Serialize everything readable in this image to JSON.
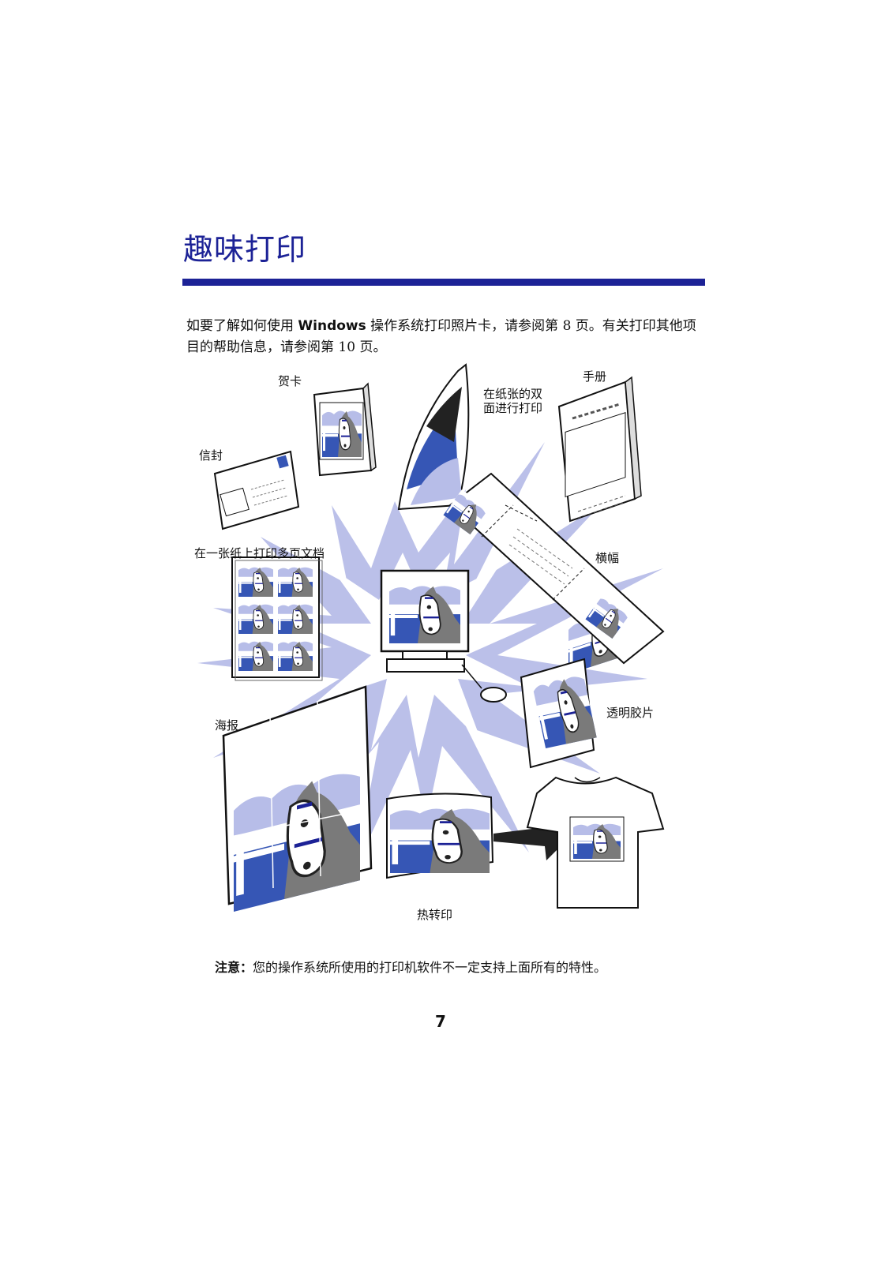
{
  "page": {
    "title": "趣味打印",
    "intro": {
      "part1": "如要了解如何使用 ",
      "bold": "Windows",
      "part2": " 操作系统打印照片卡，请参阅第 8 页。有关打印其他项目的帮助信息，请参阅第 10 页。"
    },
    "labels": {
      "greeting_card": "贺卡",
      "duplex_line1": "在纸张的双",
      "duplex_line2": "面进行打印",
      "booklet": "手册",
      "envelope": "信封",
      "nup": "在一张纸上打印多页文档",
      "banner": "横幅",
      "transparency": "透明胶片",
      "poster": "海报",
      "iron_on": "热转印"
    },
    "note": {
      "label": "注意：",
      "text": "您的操作系统所使用的打印机软件不一定支持上面所有的特性。"
    },
    "page_number": "7"
  },
  "colors": {
    "accent_blue": "#1c2296",
    "illustration_blue": "#3656b5",
    "burst_lavender": "#b7bde8"
  }
}
